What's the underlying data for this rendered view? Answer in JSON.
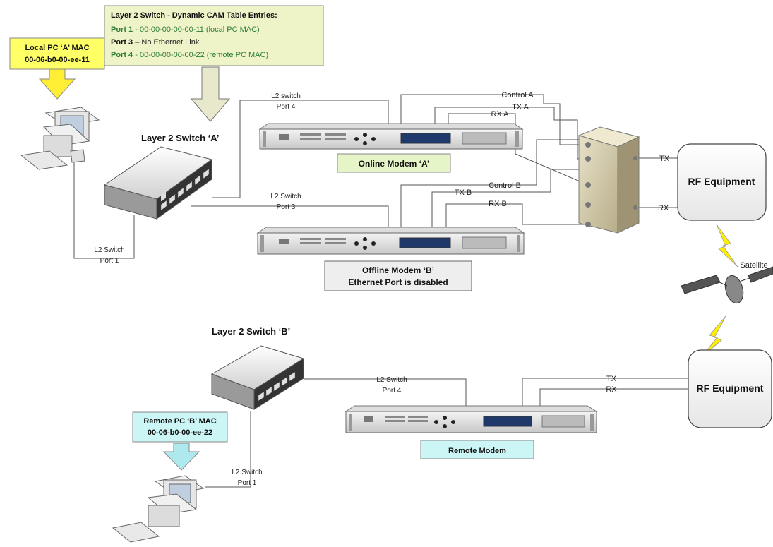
{
  "cam_table": {
    "title": "Layer 2 Switch - Dynamic CAM Table Entries:",
    "rows": [
      {
        "port": "Port 1",
        "value": " - 00-00-00-00-00-11 (local PC MAC)",
        "linked": true
      },
      {
        "port": "Port 3",
        "value": " – No Ethernet Link",
        "linked": false
      },
      {
        "port": "Port 4",
        "value": " - 00-00-00-00-00-22 (remote PC MAC)",
        "linked": true
      }
    ]
  },
  "local_pc": {
    "line1": "Local PC ‘A’ MAC",
    "line2": "00-06-b0-00-ee-11"
  },
  "remote_pc": {
    "line1": "Remote PC ‘B’ MAC",
    "line2": "00-06-b0-00-ee-22"
  },
  "switch_a": {
    "label": "Layer 2 Switch ‘A’"
  },
  "switch_b": {
    "label": "Layer 2 Switch ‘B’"
  },
  "ports": {
    "a_port4": {
      "line1": "L2 switch",
      "line2": "Port 4"
    },
    "a_port3": {
      "line1": "L2 Switch",
      "line2": "Port 3"
    },
    "a_port1": {
      "line1": "L2 Switch",
      "line2": "Port 1"
    },
    "b_port4": {
      "line1": "L2 Switch",
      "line2": "Port 4"
    },
    "b_port1": {
      "line1": "L2 Switch",
      "line2": "Port 1"
    }
  },
  "modems": {
    "online": "Online Modem ‘A’",
    "offline_line1": "Offline Modem ‘B’",
    "offline_line2": "Ethernet Port is disabled",
    "remote": "Remote Modem"
  },
  "signals": {
    "control_a": "Control A",
    "tx_a": "TX A",
    "rx_a": "RX A",
    "control_b": "Control B",
    "tx_b": "TX B",
    "rx_b": "RX B",
    "tx_top": "TX",
    "rx_top": "RX",
    "tx_bottom": "TX",
    "rx_bottom": "RX"
  },
  "rf": {
    "top": "RF Equipment",
    "bottom": "RF Equipment"
  },
  "satellite": "Satellite",
  "colors": {
    "yellow_box": "#ffff66",
    "green_box": "#e6f5c8",
    "cyan_box": "#ccf5f5",
    "gray_box": "#eeeeee",
    "cam_box": "#eef3c8",
    "green_text": "#2e7d32",
    "lightning": "#ffee00"
  }
}
